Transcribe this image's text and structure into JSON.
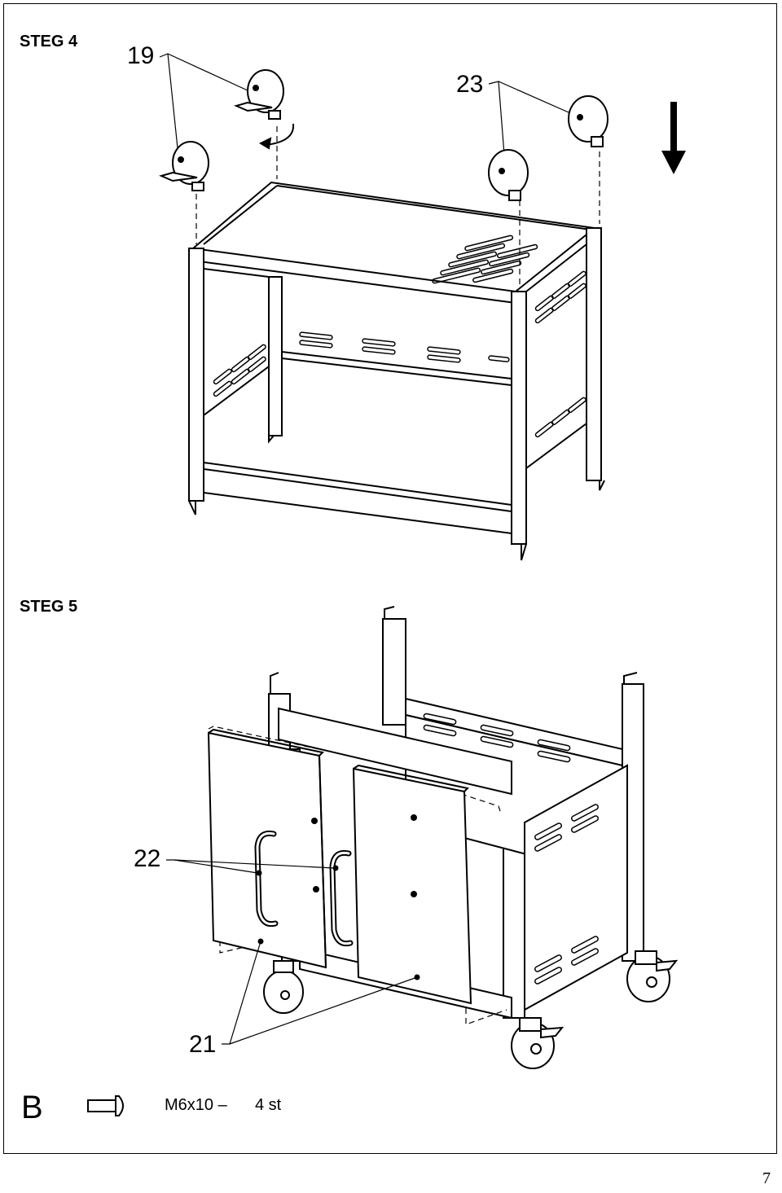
{
  "steps": [
    {
      "label": "STEG 4"
    },
    {
      "label": "STEG 5"
    }
  ],
  "step4": {
    "callouts": [
      "19",
      "23"
    ]
  },
  "step5": {
    "callouts": [
      "22",
      "21"
    ],
    "fastener_markers": [
      "B",
      "B",
      "B",
      "B"
    ]
  },
  "legend": {
    "key": "B",
    "description": "M6x10 –",
    "quantity": "4 st",
    "icon": "bolt-icon"
  },
  "page_number": "7",
  "arrow_icon": "down-arrow-icon"
}
